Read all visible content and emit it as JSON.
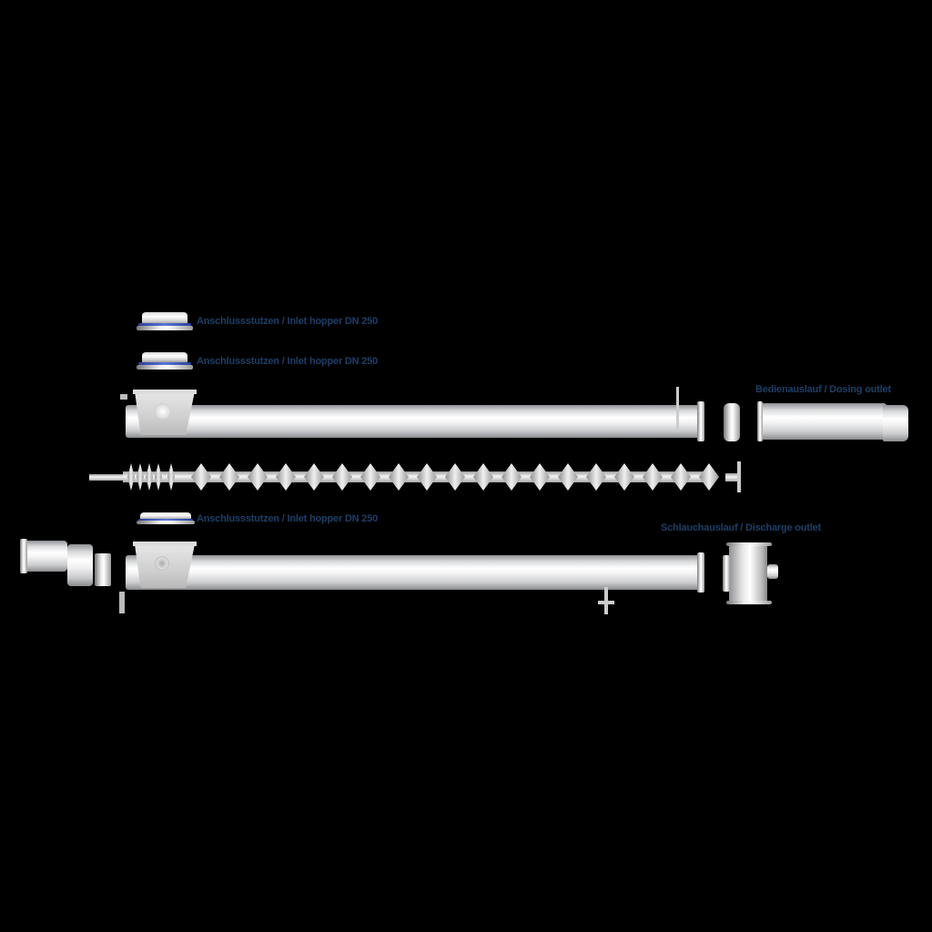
{
  "diagram": {
    "type": "exploded-assembly",
    "subject": "screw conveyor",
    "background": "#000000",
    "label_color": "#1d3f66"
  },
  "labels": {
    "inlet_hopper_1": "Anschlussstutzen / Inlet hopper DN 250",
    "inlet_hopper_2": "Anschlussstutzen / Inlet hopper DN 250",
    "inlet_hopper_3": "Anschlussstutzen / Inlet hopper DN 250",
    "dosing_outlet": "Bedienauslauf / Dosing outlet",
    "discharge_outlet": "Schlauchauslauf / Discharge outlet"
  },
  "components": [
    {
      "id": "inlet-hopper-1",
      "label_ref": "inlet_hopper_1"
    },
    {
      "id": "inlet-hopper-2",
      "label_ref": "inlet_hopper_2"
    },
    {
      "id": "upper-trough-tube"
    },
    {
      "id": "coupling-ring"
    },
    {
      "id": "dosing-outlet-tube",
      "label_ref": "dosing_outlet"
    },
    {
      "id": "screw-auger"
    },
    {
      "id": "end-bearing"
    },
    {
      "id": "inlet-hopper-3",
      "label_ref": "inlet_hopper_3"
    },
    {
      "id": "drive-motor-gearbox"
    },
    {
      "id": "lower-trough-tube"
    },
    {
      "id": "support-foot"
    },
    {
      "id": "discharge-outlet-housing",
      "label_ref": "discharge_outlet"
    }
  ]
}
